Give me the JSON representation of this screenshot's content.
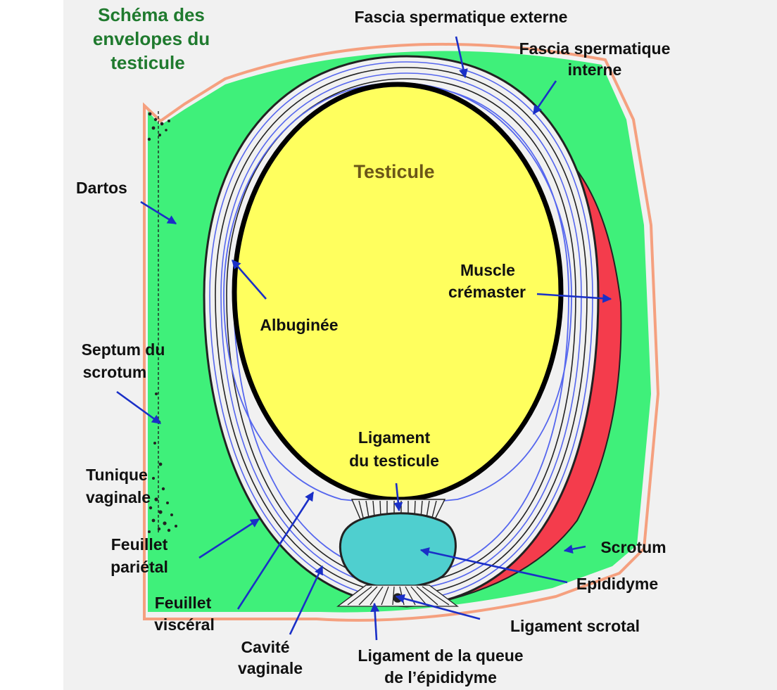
{
  "title": {
    "line1": "Schéma des",
    "line2": "envelopes du",
    "line3": "testicule"
  },
  "labels": {
    "fascia_externe": "Fascia spermatique externe",
    "fascia_interne_1": "Fascia spermatique",
    "fascia_interne_2": "interne",
    "dartos": "Dartos",
    "testicule": "Testicule",
    "albuginee": "Albuginée",
    "muscle_1": "Muscle",
    "muscle_2": "crémaster",
    "septum_1": "Septum du",
    "septum_2": "scrotum",
    "ligament_testicule_1": "Ligament",
    "ligament_testicule_2": "du testicule",
    "tunique_1": "Tunique",
    "tunique_2": "vaginale",
    "feuillet_parietal_1": "Feuillet",
    "feuillet_parietal_2": "pariétal",
    "scrotum": "Scrotum",
    "epididyme": "Epididyme",
    "feuillet_visceral_1": "Feuillet",
    "feuillet_visceral_2": "viscéral",
    "ligament_scrotal": "Ligament scrotal",
    "cavite_1": "Cavité",
    "cavite_2": "vaginale",
    "ligament_queue_1": "Ligament de la queue",
    "ligament_queue_2": "de l’épididyme"
  },
  "colors": {
    "background": "#f1f1f1",
    "dartos": "#3ff07a",
    "testicule": "#ffff5e",
    "epididyme": "#4fcfcf",
    "cremaster": "#f43c4c",
    "scrotum_line": "#f5a07f",
    "fascia_blue": "#5566ee",
    "arrow": "#1a2fc7",
    "title": "#1f7a2e"
  }
}
